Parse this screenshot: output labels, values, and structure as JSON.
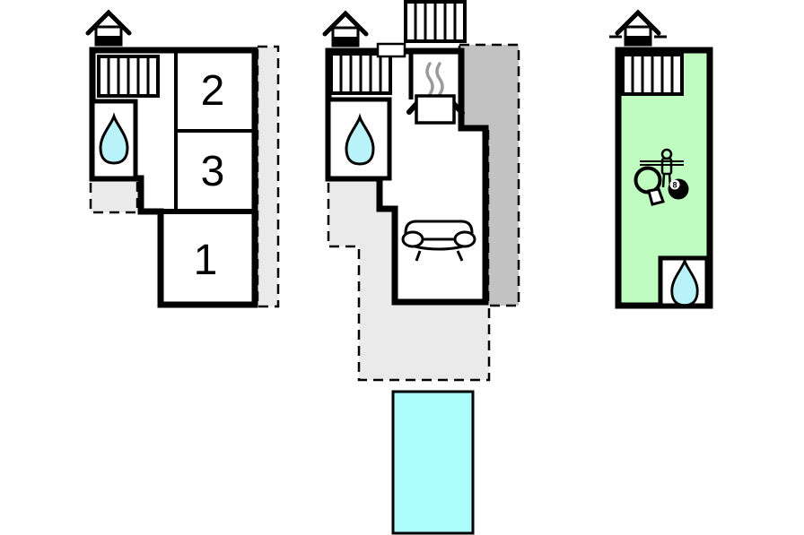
{
  "rooms": {
    "room2": {
      "label": "2"
    },
    "room3": {
      "label": "3"
    },
    "room1": {
      "label": "1"
    }
  },
  "games_room": {
    "eight_ball_label": "8"
  },
  "icons": [
    "chimney-icon",
    "stairs-icon",
    "water-drop-icon",
    "stove-pot-icon",
    "steam-icon",
    "sofa-icon",
    "door-icon",
    "table-tennis-paddle-icon",
    "foosball-player-icon",
    "billiard-eight-ball-icon"
  ],
  "colors": {
    "wall": "#000000",
    "floor": "#ffffff",
    "terrace_light": "#eaeaea",
    "terrace_covered": "#c2c2c2",
    "pool_water": "#adfcfc",
    "water_drop": "#b9f2f8",
    "games_room_floor": "#befcbf",
    "steam": "#9a9a9a"
  }
}
